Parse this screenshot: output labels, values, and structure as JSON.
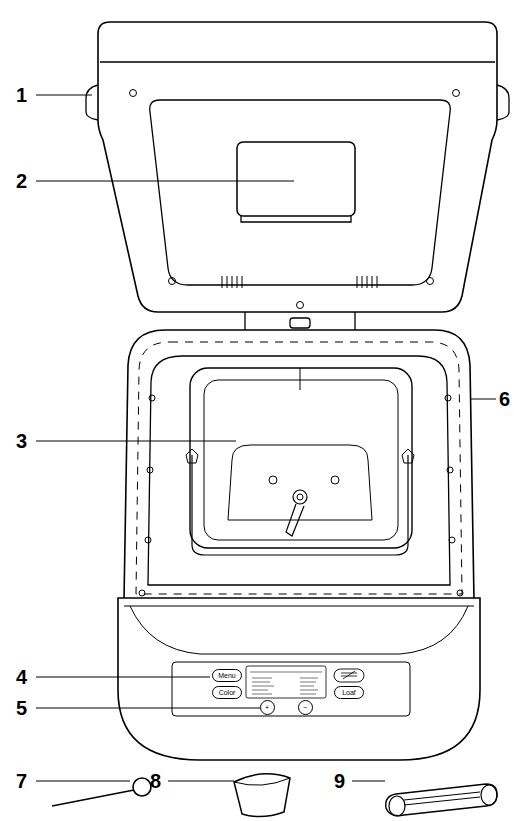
{
  "diagram": {
    "nodes": [
      {
        "text": [
          "Menu"
        ]
      },
      {
        "text": [
          "Color"
        ]
      },
      {
        "text": [
          "+"
        ]
      },
      {
        "text": [
          "−"
        ]
      },
      {
        "text": [
          "Loaf"
        ]
      }
    ],
    "labels": [
      "1",
      "2",
      "3",
      "4",
      "5",
      "6",
      "7",
      "8",
      "9"
    ]
  }
}
